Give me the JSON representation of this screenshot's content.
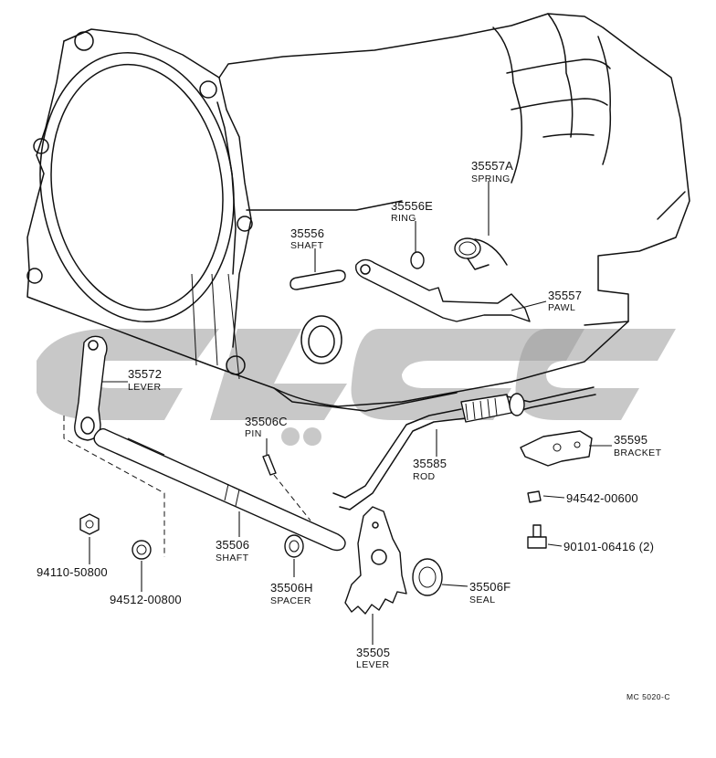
{
  "parts": [
    {
      "id": "p35557A",
      "number": "35557A",
      "name": "SPRING"
    },
    {
      "id": "p35556E",
      "number": "35556E",
      "name": "RING"
    },
    {
      "id": "p35556",
      "number": "35556",
      "name": "SHAFT"
    },
    {
      "id": "p35557",
      "number": "35557",
      "name": "PAWL"
    },
    {
      "id": "p35572",
      "number": "35572",
      "name": "LEVER"
    },
    {
      "id": "p35506C",
      "number": "35506C",
      "name": "PIN"
    },
    {
      "id": "p35585",
      "number": "35585",
      "name": "ROD"
    },
    {
      "id": "p35595",
      "number": "35595",
      "name": "BRACKET"
    },
    {
      "id": "p94542",
      "number": "94542-00600",
      "name": ""
    },
    {
      "id": "p90101",
      "number": "90101-06416 (2)",
      "name": ""
    },
    {
      "id": "p94110",
      "number": "94110-50800",
      "name": ""
    },
    {
      "id": "p94512",
      "number": "94512-00800",
      "name": ""
    },
    {
      "id": "p35506",
      "number": "35506",
      "name": "SHAFT"
    },
    {
      "id": "p35506H",
      "number": "35506H",
      "name": "SPACER"
    },
    {
      "id": "p35506F",
      "number": "35506F",
      "name": "SEAL"
    },
    {
      "id": "p35505",
      "number": "35505",
      "name": "LEVER"
    }
  ],
  "diagram_code": "MC 5020-C",
  "watermark_icon": "stylized-logo-watermark"
}
